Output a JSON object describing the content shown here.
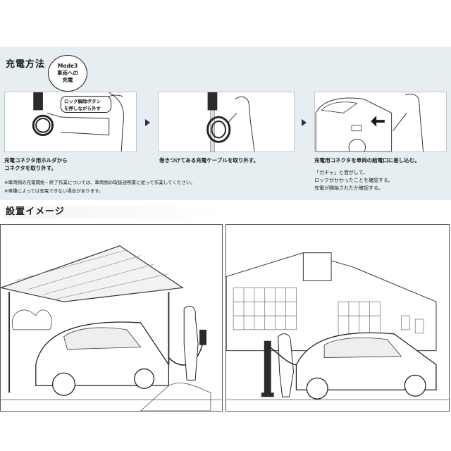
{
  "charge_section": {
    "title": "充電方法",
    "mode_badge": [
      "Mode3",
      "車両への",
      "充電"
    ],
    "step1": {
      "bubble": [
        "ロック解除ボタン",
        "を押しながら外す"
      ],
      "caption": [
        "充電コネクタ用ホルダから",
        "コネクタを取り外す。"
      ]
    },
    "step2": {
      "caption": "巻きつけてある充電ケーブルを取り外す。"
    },
    "step3": {
      "caption": "充電用コネクタを車両の給電口に差し込む。",
      "sub": [
        "「ガチャ」と音がして、",
        "ロックがかかったことを確認する。",
        "充電が開始されたか確認する。"
      ]
    },
    "notes": [
      "※車両側の充電開始・終了作業については、車両側の取扱説明書に従って作業してください。",
      "※車種によっては充電できない場合があります。"
    ]
  },
  "install_section": {
    "title": "設置イメージ"
  },
  "colors": {
    "band": "#e6eef1",
    "arrow": "#22334a"
  }
}
